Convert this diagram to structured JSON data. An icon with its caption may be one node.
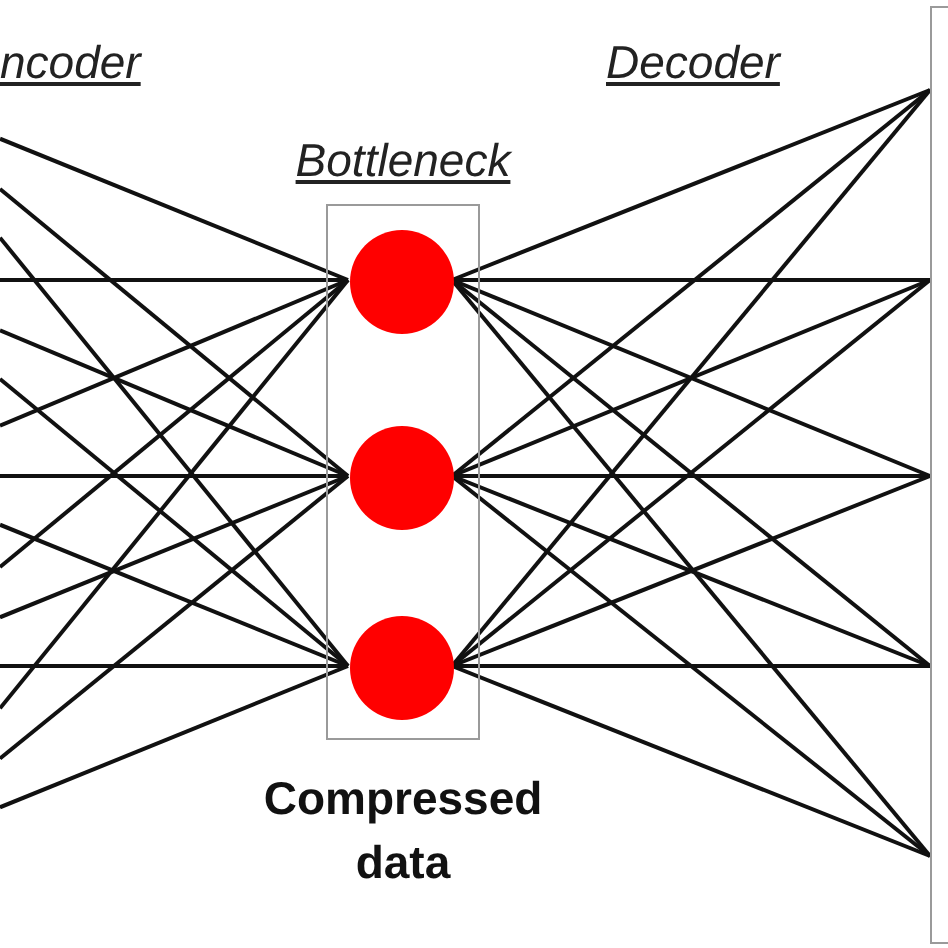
{
  "diagram": {
    "nodes": [
      {
        "text": [
          "Bottleneck"
        ],
        "beside": [
          "Compressed data"
        ]
      },
      {
        "text": [],
        "shape": "circle",
        "in": 0
      },
      {
        "text": [],
        "shape": "circle",
        "in": 0
      },
      {
        "text": [],
        "shape": "circle",
        "in": 0
      },
      {
        "text": [],
        "shape": "box"
      }
    ],
    "edges": [
      {
        "from": null,
        "to": 1,
        "arrow": "none"
      },
      {
        "from": null,
        "to": 2,
        "arrow": "none"
      },
      {
        "from": null,
        "to": 3,
        "arrow": "none"
      },
      {
        "from": null,
        "to": 1,
        "arrow": "none"
      },
      {
        "from": null,
        "to": 2,
        "arrow": "none"
      },
      {
        "from": null,
        "to": 3,
        "arrow": "none"
      },
      {
        "from": null,
        "to": 1,
        "arrow": "none"
      },
      {
        "from": null,
        "to": 2,
        "arrow": "none"
      },
      {
        "from": null,
        "to": 3,
        "arrow": "none"
      },
      {
        "from": null,
        "to": 1,
        "arrow": "none"
      },
      {
        "from": null,
        "to": 2,
        "arrow": "none"
      },
      {
        "from": null,
        "to": 3,
        "arrow": "none"
      },
      {
        "from": null,
        "to": 1,
        "arrow": "none"
      },
      {
        "from": null,
        "to": 2,
        "arrow": "none"
      },
      {
        "from": null,
        "to": 3,
        "arrow": "none"
      },
      {
        "from": 1,
        "to": 4,
        "arrow": "none"
      },
      {
        "from": 2,
        "to": 4,
        "arrow": "none"
      },
      {
        "from": 3,
        "to": 4,
        "arrow": "none"
      },
      {
        "from": 1,
        "to": 4,
        "arrow": "none"
      },
      {
        "from": 2,
        "to": 4,
        "arrow": "none"
      },
      {
        "from": 3,
        "to": 4,
        "arrow": "none"
      },
      {
        "from": 1,
        "to": 4,
        "arrow": "none"
      },
      {
        "from": 2,
        "to": 4,
        "arrow": "none"
      },
      {
        "from": 3,
        "to": 4,
        "arrow": "none"
      },
      {
        "from": 1,
        "to": 4,
        "arrow": "none"
      },
      {
        "from": 2,
        "to": 4,
        "arrow": "none"
      },
      {
        "from": 3,
        "to": 4,
        "arrow": "none"
      },
      {
        "from": 1,
        "to": 4,
        "arrow": "none"
      },
      {
        "from": 2,
        "to": 4,
        "arrow": "none"
      },
      {
        "from": 3,
        "to": 4,
        "arrow": "none"
      }
    ],
    "labels": [
      "ncoder",
      "Decoder"
    ]
  }
}
